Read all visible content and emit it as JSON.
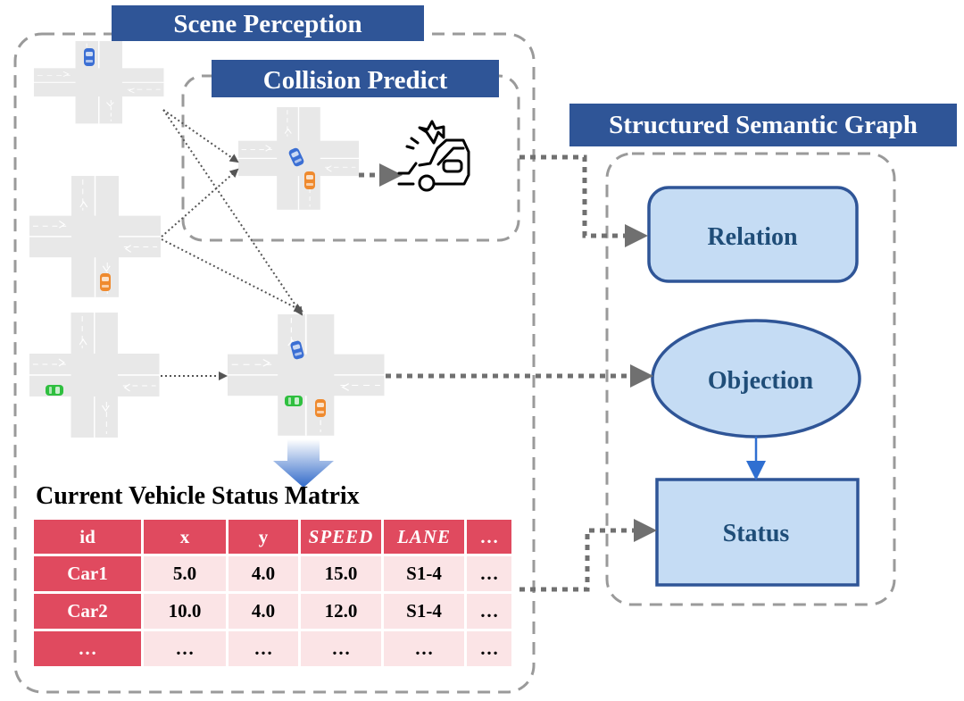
{
  "scene_perception": {
    "title": "Scene Perception"
  },
  "collision_predict": {
    "title": "Collision Predict"
  },
  "graph": {
    "title": "Structured Semantic Graph",
    "nodes": {
      "relation": "Relation",
      "objection": "Objection",
      "status": "Status"
    }
  },
  "matrix": {
    "title": "Current Vehicle Status Matrix",
    "headers": [
      "id",
      "x",
      "y",
      "SPEED",
      "LANE",
      "…"
    ],
    "rows": [
      [
        "Car1",
        "5.0",
        "4.0",
        "15.0",
        "S1-4",
        "…"
      ],
      [
        "Car2",
        "10.0",
        "4.0",
        "12.0",
        "S1-4",
        "…"
      ],
      [
        "…",
        "…",
        "…",
        "…",
        "…",
        "…"
      ]
    ]
  },
  "icons": {
    "intersection": "intersection-icon",
    "crash": "car-crash-icon",
    "down_arrow": "gradient-down-arrow-icon"
  },
  "colors": {
    "banner": "#2f5597",
    "node_fill": "#c5dcf4",
    "node_stroke": "#2f5597",
    "node_text": "#1f4d78",
    "table_header": "#e04a5f",
    "table_cell": "#fbe4e6",
    "dashed_border": "#9a9a9a",
    "car_blue": "#3b6fd4",
    "car_orange": "#ef8a2e",
    "car_green": "#2fbf3f"
  }
}
